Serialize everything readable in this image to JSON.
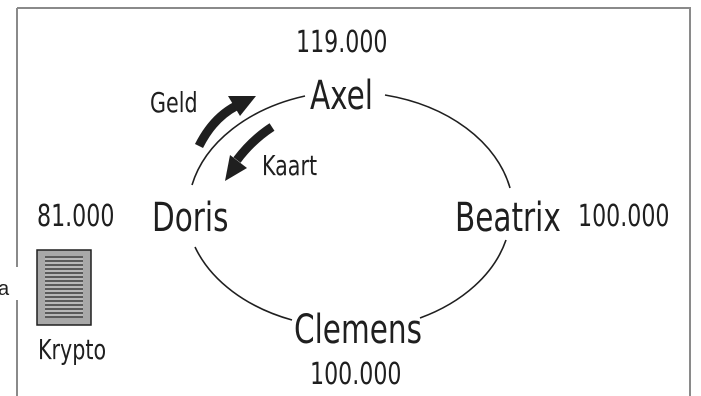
{
  "people": {
    "axel": {
      "name": "Axel",
      "amount": "119.000"
    },
    "beatrix": {
      "name": "Beatrix",
      "amount": "100.000"
    },
    "clemens": {
      "name": "Clemens",
      "amount": "100.000"
    },
    "doris": {
      "name": "Doris",
      "amount": "81.000"
    }
  },
  "arrows": {
    "money_label": "Geld",
    "card_label": "Kaart"
  },
  "device": {
    "label": "Krypto",
    "icon": "krypto-device-icon"
  },
  "edge_fragment": "a",
  "colors": {
    "ink": "#1f1f1f",
    "frame": "#888888",
    "device_fill": "#9a9a9a"
  }
}
